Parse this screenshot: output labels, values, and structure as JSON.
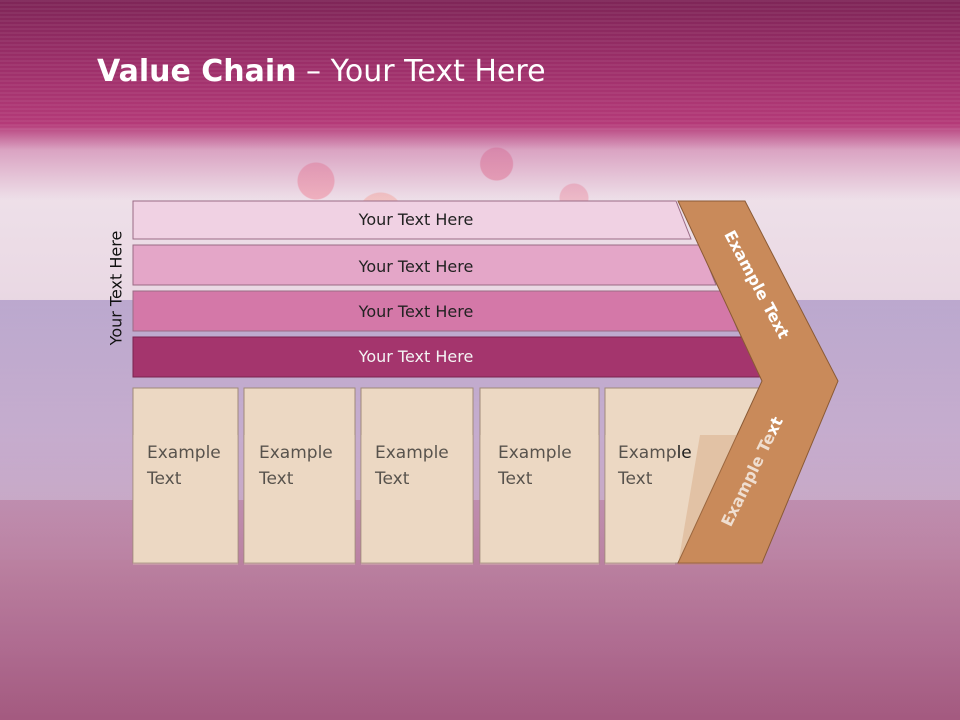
{
  "title": {
    "bold": "Value Chain",
    "rest": " – Your Text Here"
  },
  "side_label": "Your Text Here",
  "bars": [
    {
      "label": "Your Text Here",
      "color": "#f0d1e3"
    },
    {
      "label": "Your Text Here",
      "color": "#e4a6c8"
    },
    {
      "label": "Your Text Here",
      "color": "#d478a8"
    },
    {
      "label": "Your Text Here",
      "color": "#a4356d"
    }
  ],
  "cells": [
    {
      "line1": "Example",
      "line2": "Text"
    },
    {
      "line1": "Example",
      "line2": "Text"
    },
    {
      "line1": "Example",
      "line2": "Text"
    },
    {
      "line1": "Example",
      "line2": "Text"
    },
    {
      "line1": "Example",
      "line2": "Text"
    }
  ],
  "chevron": {
    "upper": "Example Text",
    "lower": "Example Text",
    "color": "#c98a5a"
  },
  "colors": {
    "cell_fill": "#ecd8c3",
    "header": "#a5326c"
  }
}
